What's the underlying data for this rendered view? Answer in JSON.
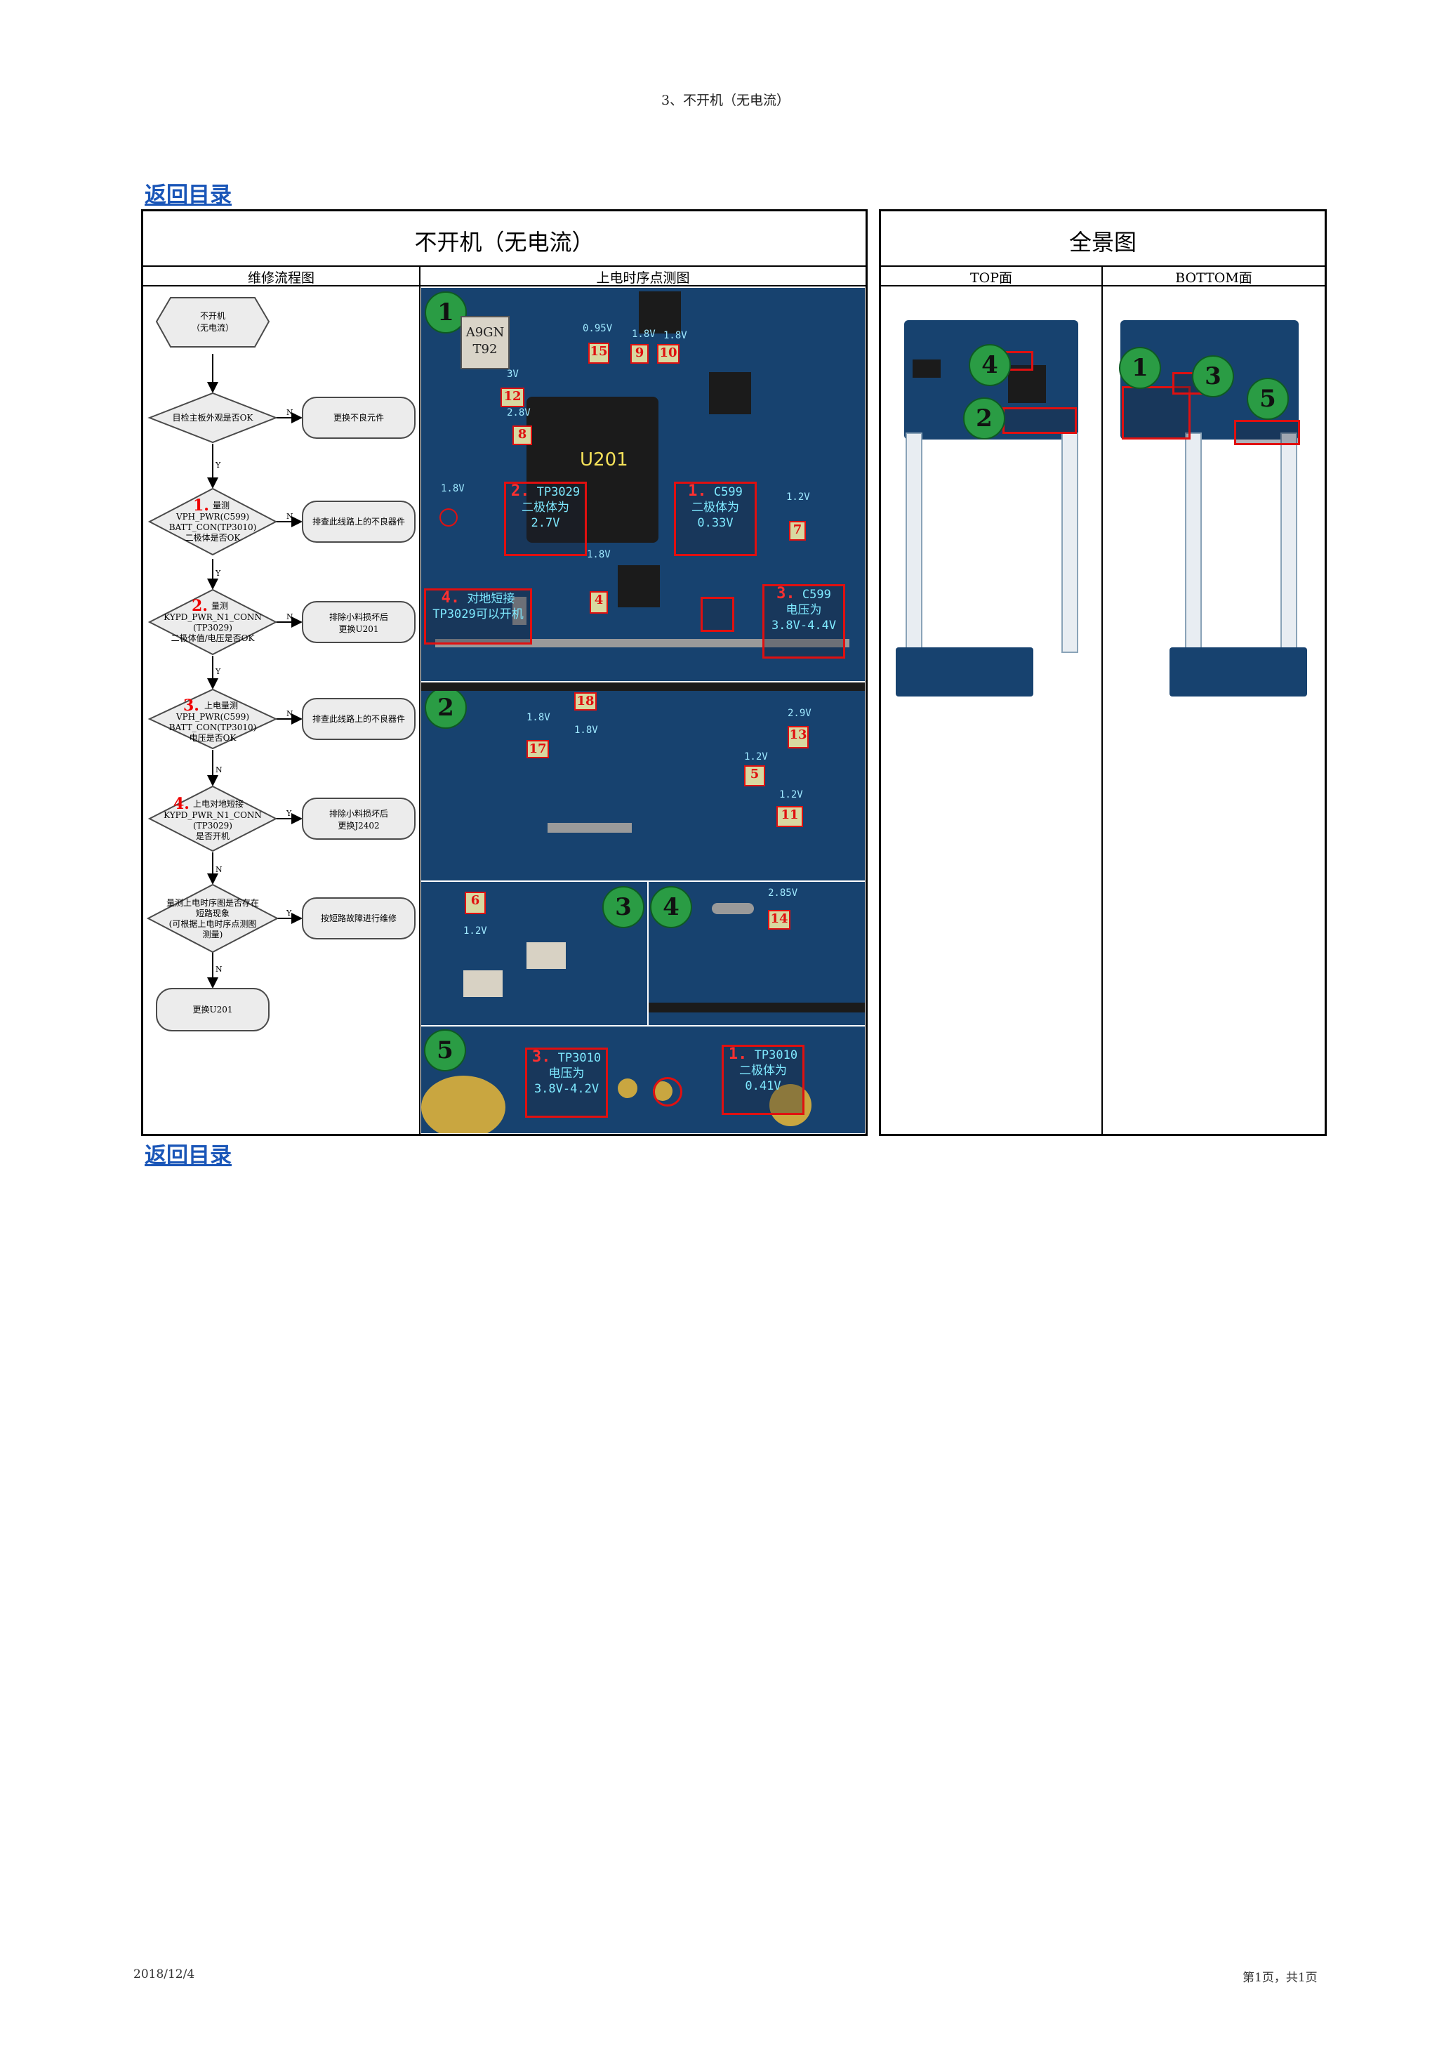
{
  "page": {
    "header": "3、不开机（无电流）",
    "nav_link_top": "返回目录",
    "nav_link_bottom": "返回目录",
    "footer_date": "2018/12/4",
    "footer_page": "第1页，共1页"
  },
  "left_table": {
    "title": "不开机（无电流）",
    "col_flow": "维修流程图",
    "col_measure": "上电时序点测图"
  },
  "right_table": {
    "title": "全景图",
    "col_top": "TOP面",
    "col_bottom": "BOTTOM面"
  },
  "flowchart": {
    "start": [
      "不开机",
      "（无电流）"
    ],
    "d1": "目检主板外观是否OK",
    "a1": "更换不良元件",
    "d2_num": "1.",
    "d2": [
      "量测",
      "VPH_PWR(C599)",
      "BATT_CON(TP3010)",
      "二极体是否OK"
    ],
    "a2": "排查此线路上的不良器件",
    "d3_num": "2.",
    "d3": [
      "量测",
      "KYPD_PWR_N1_CONN",
      "(TP3029)",
      "二极体值/电压是否OK"
    ],
    "a3": [
      "排除小料损坏后",
      "更换U201"
    ],
    "d4_num": "3.",
    "d4": [
      "上电量测",
      "VPH_PWR(C599)",
      "BATT_CON(TP3010)",
      "电压是否OK"
    ],
    "a4": "排查此线路上的不良器件",
    "d5_num": "4.",
    "d5": [
      "上电对地短接",
      "KYPD_PWR_N1_CONN",
      "(TP3029)",
      "是否开机"
    ],
    "a5": [
      "排除小料损坏后",
      "更换J2402"
    ],
    "d6": [
      "量测上电时序图是否存在",
      "短路现象",
      "(可根据上电时序点测图",
      "测量)"
    ],
    "a6": "按短路故障进行维修",
    "end": "更换U201",
    "yes": "Y",
    "no": "N"
  },
  "measure": {
    "p1": {
      "marker": "1",
      "chip": "U201",
      "chip_text": "A9GN\nT92",
      "tps": [
        "15",
        "9",
        "10",
        "12",
        "8",
        "4",
        "7"
      ],
      "volts": [
        "0.95V",
        "1.8V",
        "1.8V",
        "3V",
        "2.8V",
        "1.8V",
        "1.2V",
        "1.8V"
      ],
      "info1_num": "2.",
      "info1": [
        "TP3029",
        "二极体为",
        "2.7V"
      ],
      "info2_num": "1.",
      "info2": [
        "C599",
        "二极体为",
        "0.33V"
      ],
      "info3_num": "3.",
      "info3": [
        "C599",
        "电压为",
        "3.8V-4.4V"
      ],
      "info4_num": "4.",
      "info4": [
        "对地短接",
        "TP3029可以开机"
      ]
    },
    "p2": {
      "marker": "2",
      "tps": [
        "18",
        "17",
        "13",
        "5",
        "11"
      ],
      "volts": [
        "1.8V",
        "1.8V",
        "2.9V",
        "1.2V",
        "1.2V"
      ]
    },
    "p3": {
      "marker": "3",
      "tp": "6",
      "volt": "1.2V"
    },
    "p4": {
      "marker": "4",
      "tp": "14",
      "volt": "2.85V"
    },
    "p5": {
      "marker": "5",
      "info1_num": "3.",
      "info1": [
        "TP3010",
        "电压为",
        "3.8V-4.2V"
      ],
      "info2_num": "1.",
      "info2": [
        "TP3010",
        "二极体为",
        "0.41V"
      ]
    }
  },
  "panorama": {
    "top_markers": [
      "4",
      "2"
    ],
    "bottom_markers": [
      "1",
      "3",
      "5"
    ]
  },
  "colors": {
    "pcb": "#17426f",
    "marker": "#2a9c44",
    "highlight": "#e01010",
    "link": "#1a56b8"
  }
}
